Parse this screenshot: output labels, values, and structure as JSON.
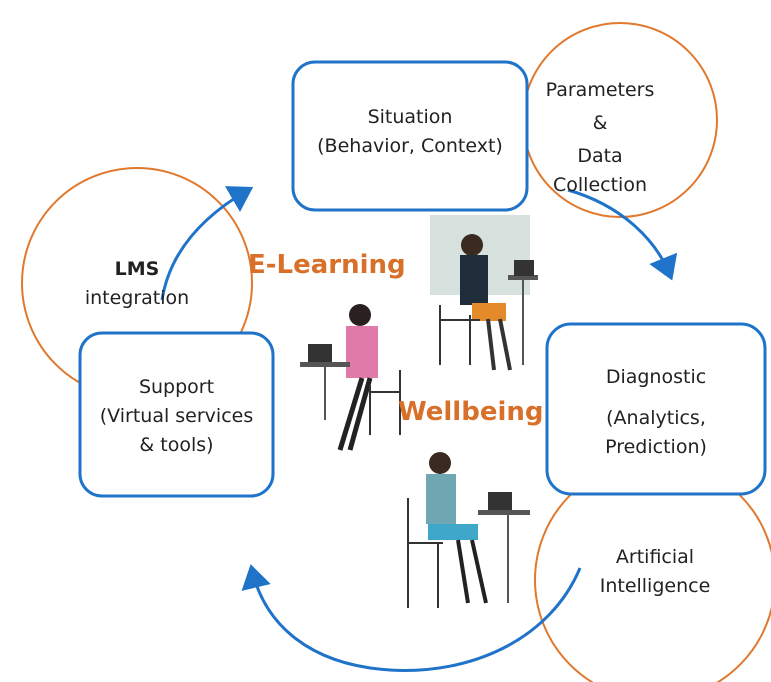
{
  "colors": {
    "box_stroke": "#1f73c9",
    "circle_stroke": "#e0792e",
    "arrow": "#1f73c9",
    "title": "#d8702a",
    "text": "#222222"
  },
  "titles": {
    "e_learning": "E-Learning",
    "wellbeing": "Wellbeing"
  },
  "boxes": {
    "situation": {
      "line1": "Situation",
      "line2": "(Behavior, Context)"
    },
    "diagnostic": {
      "line1": "Diagnostic",
      "line2": "(Analytics,",
      "line3": "Prediction)"
    },
    "support": {
      "line1": "Support",
      "line2": "(Virtual services",
      "line3": "& tools)"
    }
  },
  "circles": {
    "parameters": {
      "line1": "Parameters",
      "line2": "&",
      "line3": "Data",
      "line4": "Collection"
    },
    "lms": {
      "line1": "LMS",
      "line2": "integration"
    },
    "ai": {
      "line1": "Artificial",
      "line2": "Intelligence"
    }
  },
  "illustration_icons": [
    "student-at-laptop-icon",
    "student-at-laptop-icon",
    "student-at-laptop-icon"
  ]
}
